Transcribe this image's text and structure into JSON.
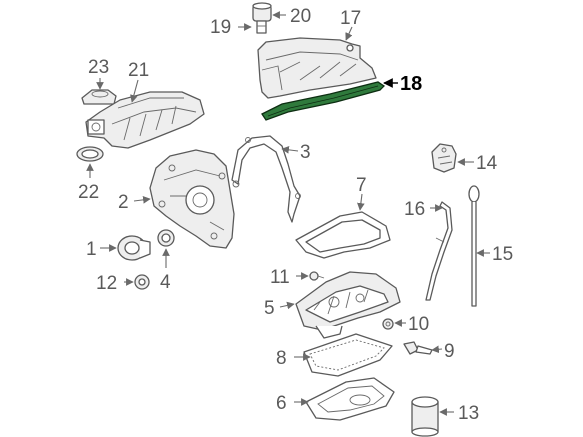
{
  "diagram": {
    "highlight_color": "#2f7a3c",
    "highlighted_part": "18",
    "callouts": {
      "c1": "1",
      "c2": "2",
      "c3": "3",
      "c4": "4",
      "c5": "5",
      "c6": "6",
      "c7": "7",
      "c8": "8",
      "c9": "9",
      "c10": "10",
      "c11": "11",
      "c12": "12",
      "c13": "13",
      "c14": "14",
      "c15": "15",
      "c16": "16",
      "c17": "17",
      "c18": "18",
      "c19": "19",
      "c20": "20",
      "c21": "21",
      "c22": "22",
      "c23": "23"
    }
  }
}
